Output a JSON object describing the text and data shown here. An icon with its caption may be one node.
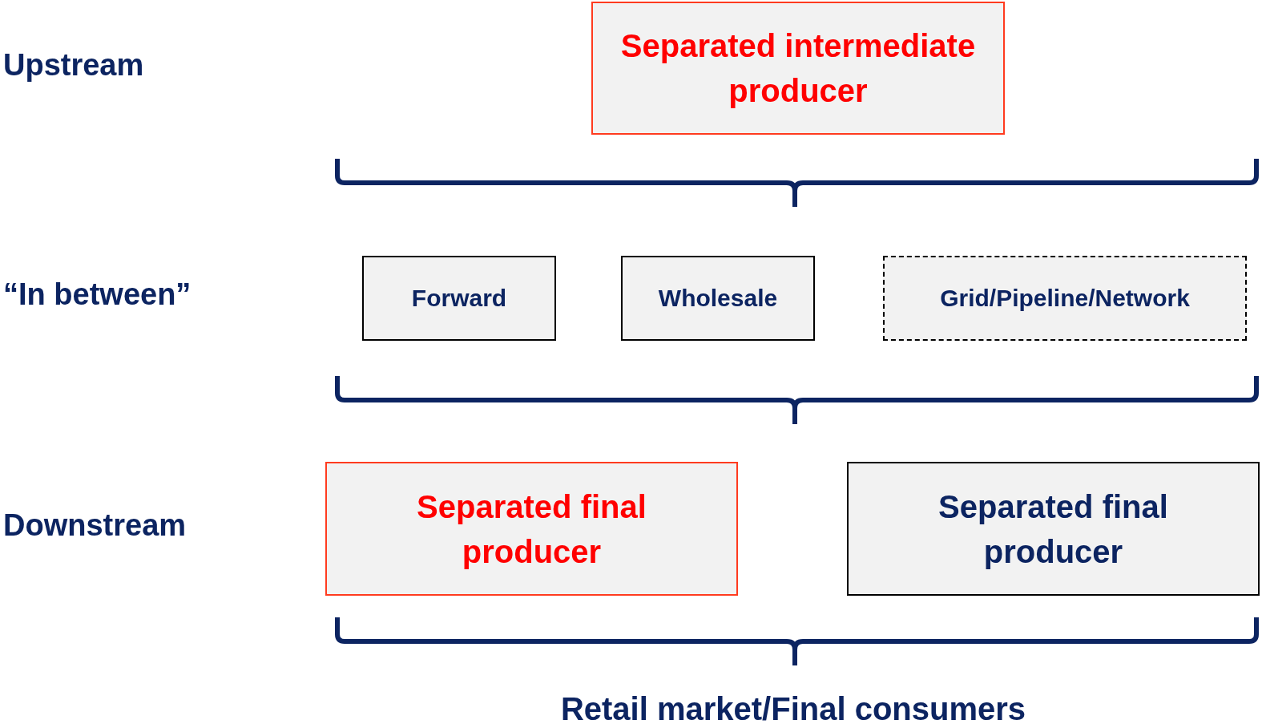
{
  "diagram": {
    "nodes": [
      {
        "text": [
          "Separated intermediate producer"
        ]
      },
      {
        "text": [
          "Forward"
        ]
      },
      {
        "text": [
          "Wholesale"
        ]
      },
      {
        "text": [
          "Grid/Pipeline/Network"
        ]
      },
      {
        "text": [
          "Separated final producer"
        ]
      },
      {
        "text": [
          "Separated final producer"
        ]
      },
      {
        "text": [
          "Retail market/Final consumers"
        ]
      }
    ],
    "labels": [
      "Upstream",
      "“In between”",
      "Downstream"
    ]
  }
}
